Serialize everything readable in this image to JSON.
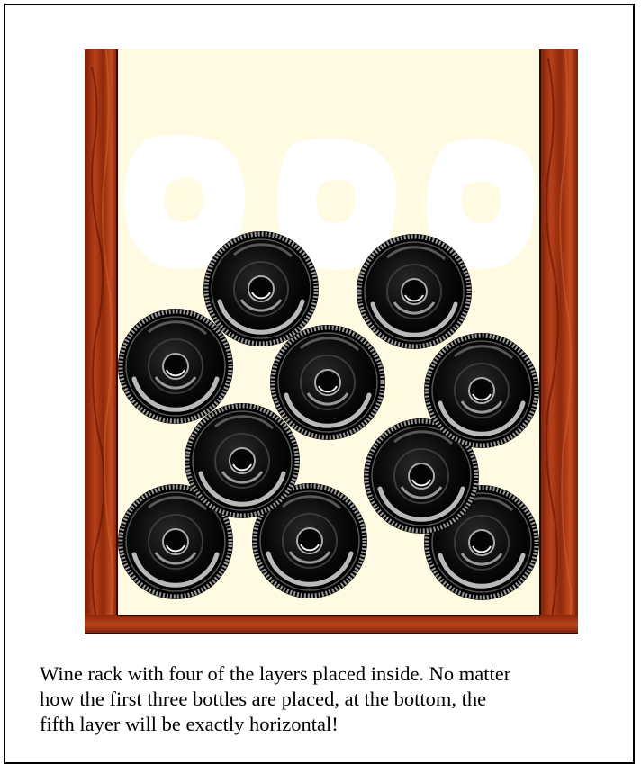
{
  "figure": {
    "subject": "wine-rack-with-bottles",
    "colors": {
      "wood": "#a8300f",
      "wood_dark": "#6e1a06",
      "interior": "#fffbe3",
      "ghost_bottles": "#ffffff",
      "bottle": "#0c0c0c"
    },
    "visible_bottles": 10,
    "ghost_bottles": 3
  },
  "caption": {
    "line1": "Wine rack with four of the layers placed inside.  No matter",
    "line2": "how the first three bottles are placed, at the bottom, the",
    "line3": "fifth layer will be exactly horizontal!"
  }
}
